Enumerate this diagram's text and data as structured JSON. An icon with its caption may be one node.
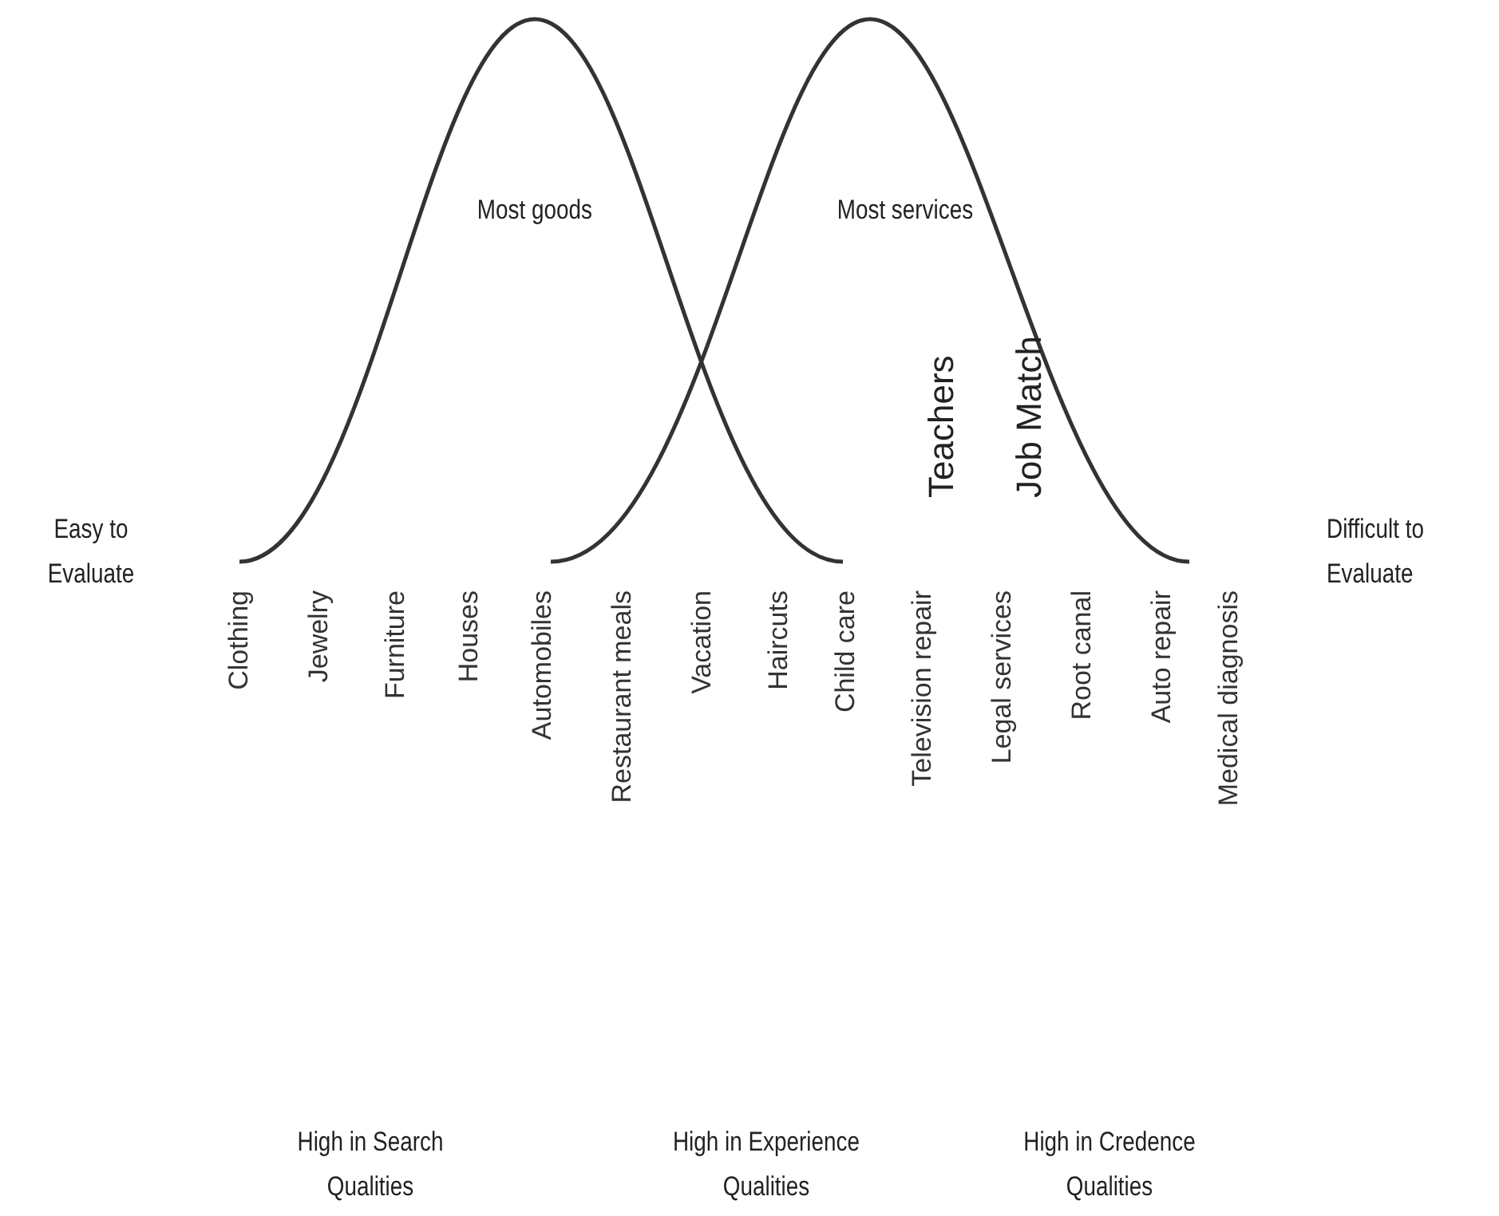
{
  "diagram": {
    "labels": [
      "Most goods",
      "Most services",
      "Teachers",
      "Job Match",
      "Easy to Evaluate",
      "Difficult to Evaluate",
      "Clothing",
      "Jewelry",
      "Furniture",
      "Houses",
      "Automobiles",
      "Restaurant meals",
      "Vacation",
      "Haircuts",
      "Child care",
      "Television repair",
      "Legal services",
      "Root canal",
      "Auto repair",
      "Medical diagnosis",
      "High in Search Qualities",
      "High in Experience Qualities",
      "High in Credence Qualities"
    ]
  }
}
